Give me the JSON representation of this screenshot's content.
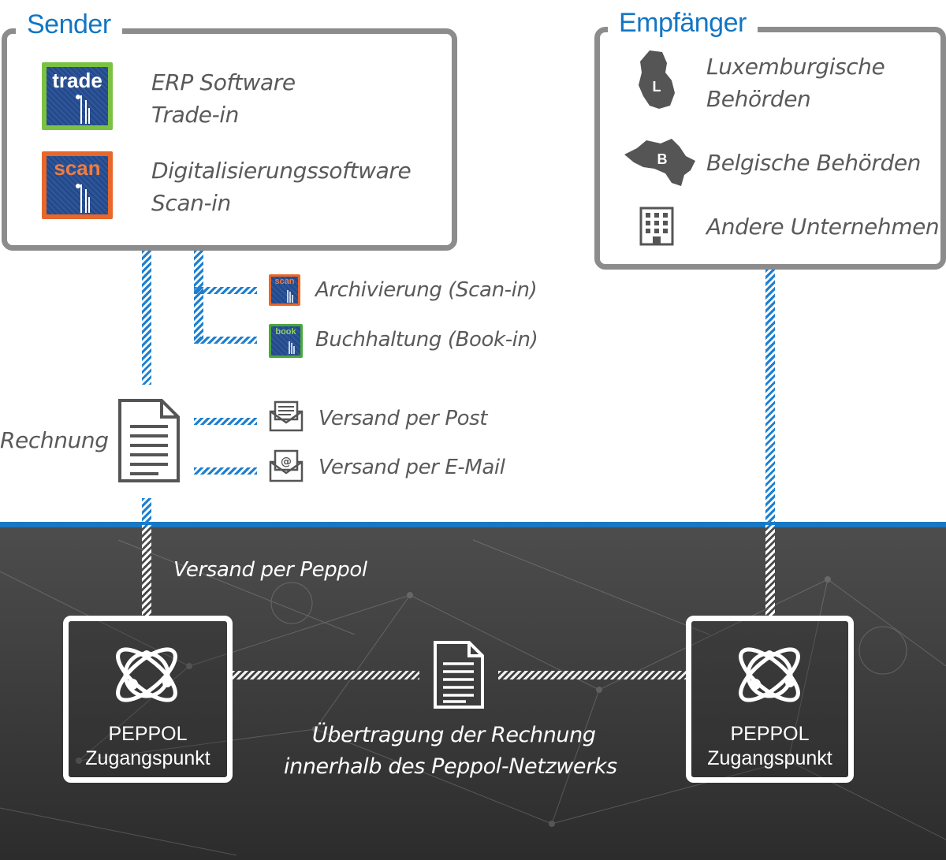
{
  "sender": {
    "title": "Sender",
    "items": [
      {
        "logo": "trade",
        "line1": "ERP Software",
        "line2": "Trade-in"
      },
      {
        "logo": "scan",
        "line1": "Digitalisierungssoftware",
        "line2": "Scan-in"
      }
    ]
  },
  "receiver": {
    "title": "Empfänger",
    "items": [
      {
        "icon_text": "L",
        "line1": "Luxemburgische",
        "line2": "Behörden"
      },
      {
        "icon_text": "B",
        "label": "Belgische Behörden"
      },
      {
        "label": "Andere Unternehmen"
      }
    ]
  },
  "branches": [
    {
      "logo": "scan",
      "label": "Archivierung (Scan-in)"
    },
    {
      "logo": "book",
      "label": "Buchhaltung (Book-in)"
    }
  ],
  "invoice": {
    "label": "Rechnung",
    "channels": [
      {
        "label": "Versand per Post"
      },
      {
        "icon_text": "@",
        "label": "Versand per E-Mail"
      }
    ]
  },
  "peppol": {
    "send_label": "Versand per Peppol",
    "access_point_line1": "PEPPOL",
    "access_point_line2": "Zugangspunkt",
    "transfer_line1": "Übertragung der Rechnung",
    "transfer_line2": "innerhalb des Peppol-Netzwerks"
  },
  "colors": {
    "accent": "#1276c4",
    "trade_logo": "#7cc242",
    "scan_logo": "#e8672a",
    "book_logo": "#4aa83c",
    "box_border": "#8c8c8c",
    "dark_band": "#3a3a3a"
  }
}
